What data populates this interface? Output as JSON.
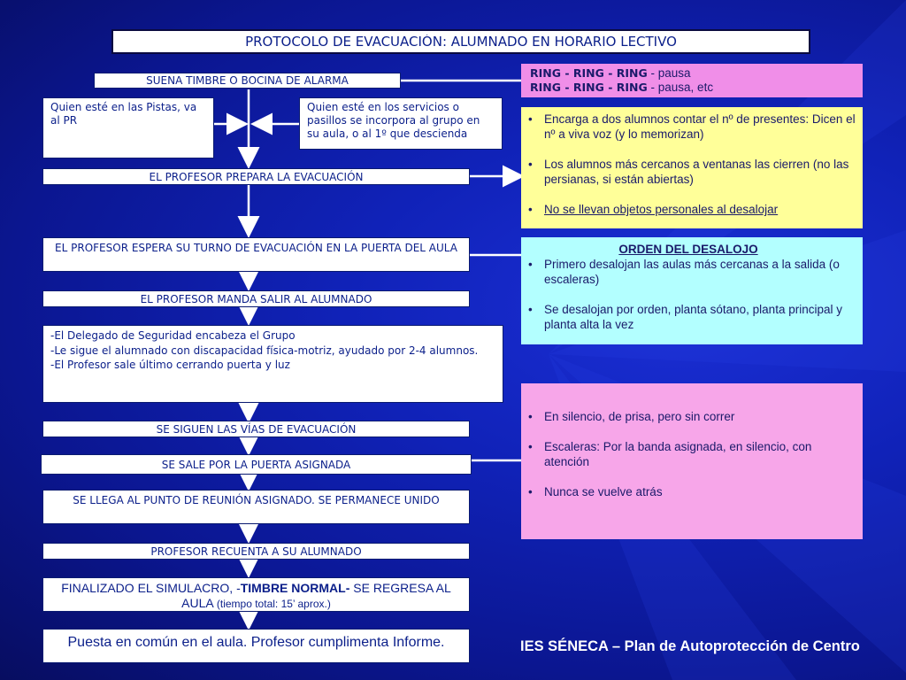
{
  "title": "PROTOCOLO DE EVACUACIÓN: ALUMNADO EN HORARIO LECTIVO",
  "flow": {
    "step1": "SUENA TIMBRE O BOCINA DE ALARMA",
    "left_note": "Quien esté en las Pistas, va al PR",
    "right_note": "Quien esté en los servicios o pasillos se incorpora al grupo en su aula, o al 1º que descienda",
    "step2": "EL PROFESOR PREPARA LA EVACUACIÓN",
    "step3": "EL PROFESOR ESPERA SU TURNO DE EVACUACIÓN EN LA PUERTA DEL AULA",
    "step4": "EL PROFESOR MANDA SALIR AL ALUMNADO",
    "step5_lines": [
      "-El Delegado de Seguridad encabeza el Grupo",
      "-Le sigue el alumnado con discapacidad física-motriz, ayudado por 2-4 alumnos.",
      "-El Profesor sale último cerrando puerta y luz"
    ],
    "step6": "SE SIGUEN LAS VÍAS DE EVACUACIÓN",
    "step7": "SE SALE POR LA PUERTA ASIGNADA",
    "step8": "SE LLEGA AL PUNTO DE REUNIÓN ASIGNADO. SE PERMANECE UNIDO",
    "step9": "PROFESOR RECUENTA A SU ALUMNADO",
    "step10_a": "FINALIZADO EL SIMULACRO, -",
    "step10_b": "TIMBRE NORMAL-",
    "step10_c": " SE REGRESA AL AULA ",
    "step10_d": "(tiempo total: 15’ aprox.)",
    "step11": "Puesta en común en el aula. Profesor cumplimenta Informe."
  },
  "ring": {
    "bold": "RING - RING - RING",
    "rest1": " - pausa",
    "rest2": " - pausa, etc"
  },
  "yellow_items": [
    "Encarga a dos alumnos contar el nº de presentes: Dicen el nº a viva voz (y lo memorizan)",
    "Los alumnos más  cercanos a ventanas las cierren (no las persianas, si están abiertas)",
    "No se llevan objetos personales al desalojar"
  ],
  "orden": {
    "heading": "ORDEN DEL DESALOJO",
    "items": [
      " Primero desalojan las aulas más cercanas a la salida (o escaleras)",
      "Se desalojan por orden, planta sótano, planta principal y planta alta la vez"
    ]
  },
  "pink_items": [
    "En silencio, de prisa, pero sin correr",
    "Escaleras: Por la banda asignada, en silencio, con atención",
    "Nunca se vuelve atrás"
  ],
  "footer": "IES SÉNECA – Plan de Autoprotección de Centro",
  "colors": {
    "background": "#1022b8",
    "box_text": "#0b1f8a",
    "pink": "#f08ee8",
    "yellow": "#ffff99",
    "cyan": "#b3ffff"
  }
}
